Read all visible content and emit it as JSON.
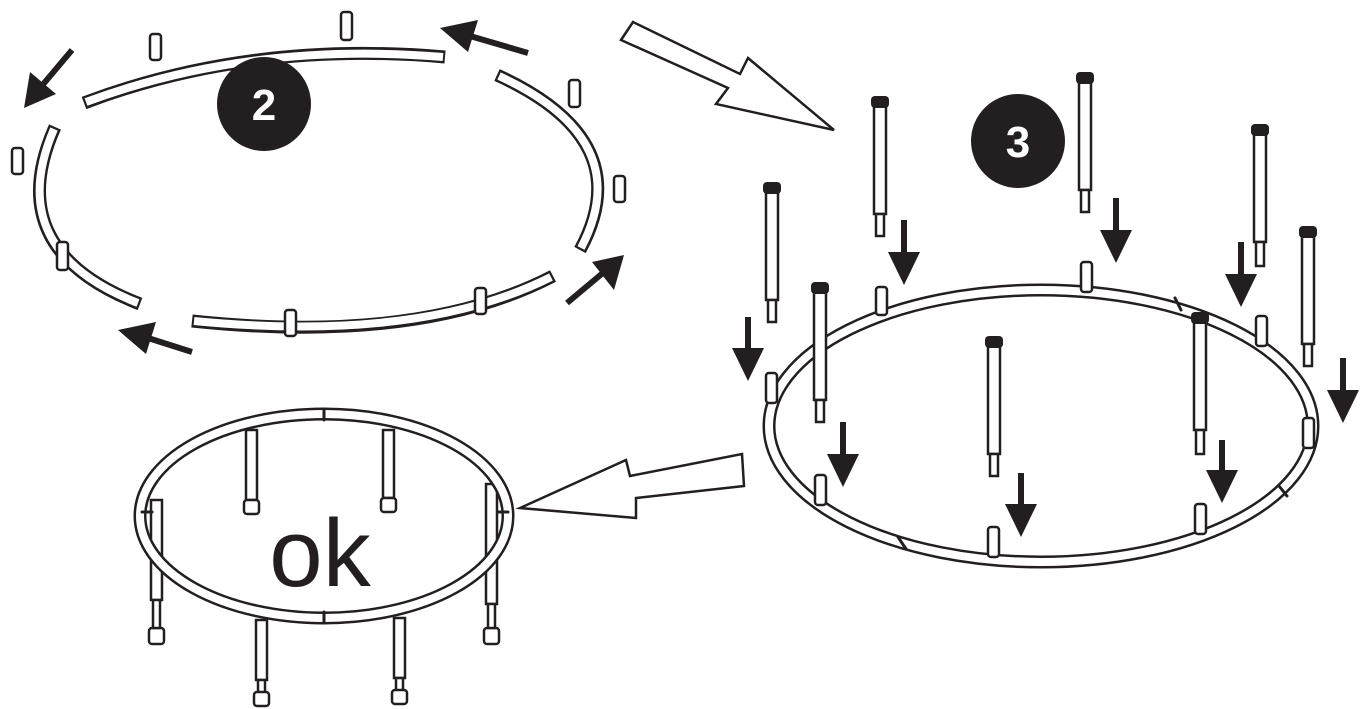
{
  "steps": [
    {
      "badge": "2"
    },
    {
      "badge": "3"
    }
  ],
  "result_label": "ok",
  "colors": {
    "ink": "#231f20",
    "paper": "#ffffff"
  }
}
